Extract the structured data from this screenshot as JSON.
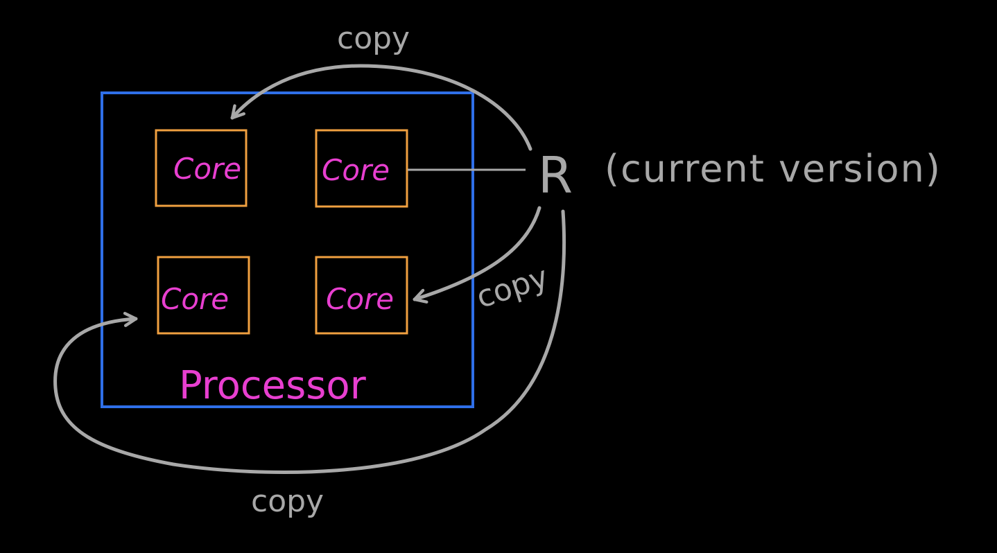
{
  "diagram": {
    "processor_label": "Processor",
    "core_label": "Core",
    "r_label": "R",
    "r_version_label": "(current version)",
    "copy_labels": [
      "copy",
      "copy",
      "copy"
    ],
    "colors": {
      "background": "#000000",
      "processor_border": "#2f6fe8",
      "core_border": "#f0a040",
      "core_text": "#e83fd0",
      "arrow": "#a8a8a8",
      "annotation_text": "#a8a8a8"
    }
  }
}
